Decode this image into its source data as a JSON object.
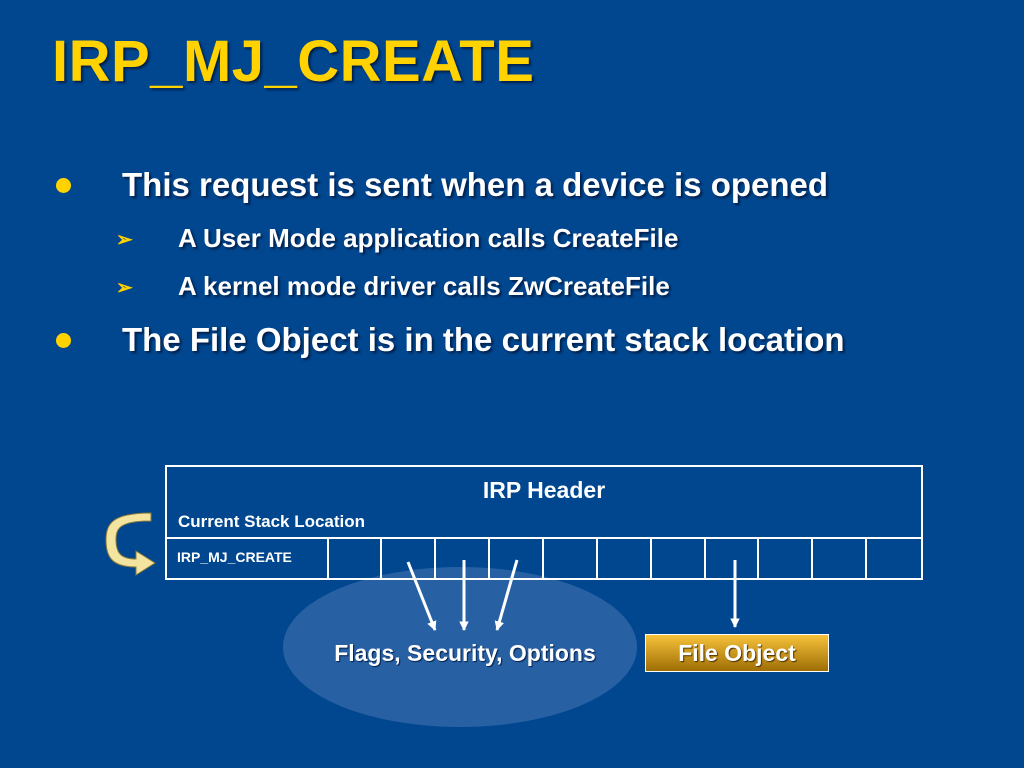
{
  "slide": {
    "title": "IRP_MJ_CREATE",
    "bullets": [
      {
        "text": "This request is sent when a device is opened",
        "subitems": [
          "A User Mode application calls CreateFile",
          "A kernel mode driver calls ZwCreateFile"
        ]
      },
      {
        "text": "The File Object is in the current stack location",
        "subitems": []
      }
    ]
  },
  "diagram": {
    "irp_header_label": "IRP Header",
    "current_stack_location_label": "Current Stack Location",
    "stack_first_cell_label": "IRP_MJ_CREATE",
    "flags_label": "Flags, Security, Options",
    "file_object_label": "File Object"
  },
  "colors": {
    "background": "#00478f",
    "title": "#ffd200",
    "bullet_marker": "#ffd200",
    "ellipse": "#2860a4",
    "file_object_top": "#f7c23b",
    "file_object_bottom": "#9e6e05"
  },
  "icons": {
    "bullet": "circle-bullet-icon",
    "sub_bullet": "arrowhead-bullet-icon",
    "loop_arrow": "curved-arrow-icon"
  }
}
